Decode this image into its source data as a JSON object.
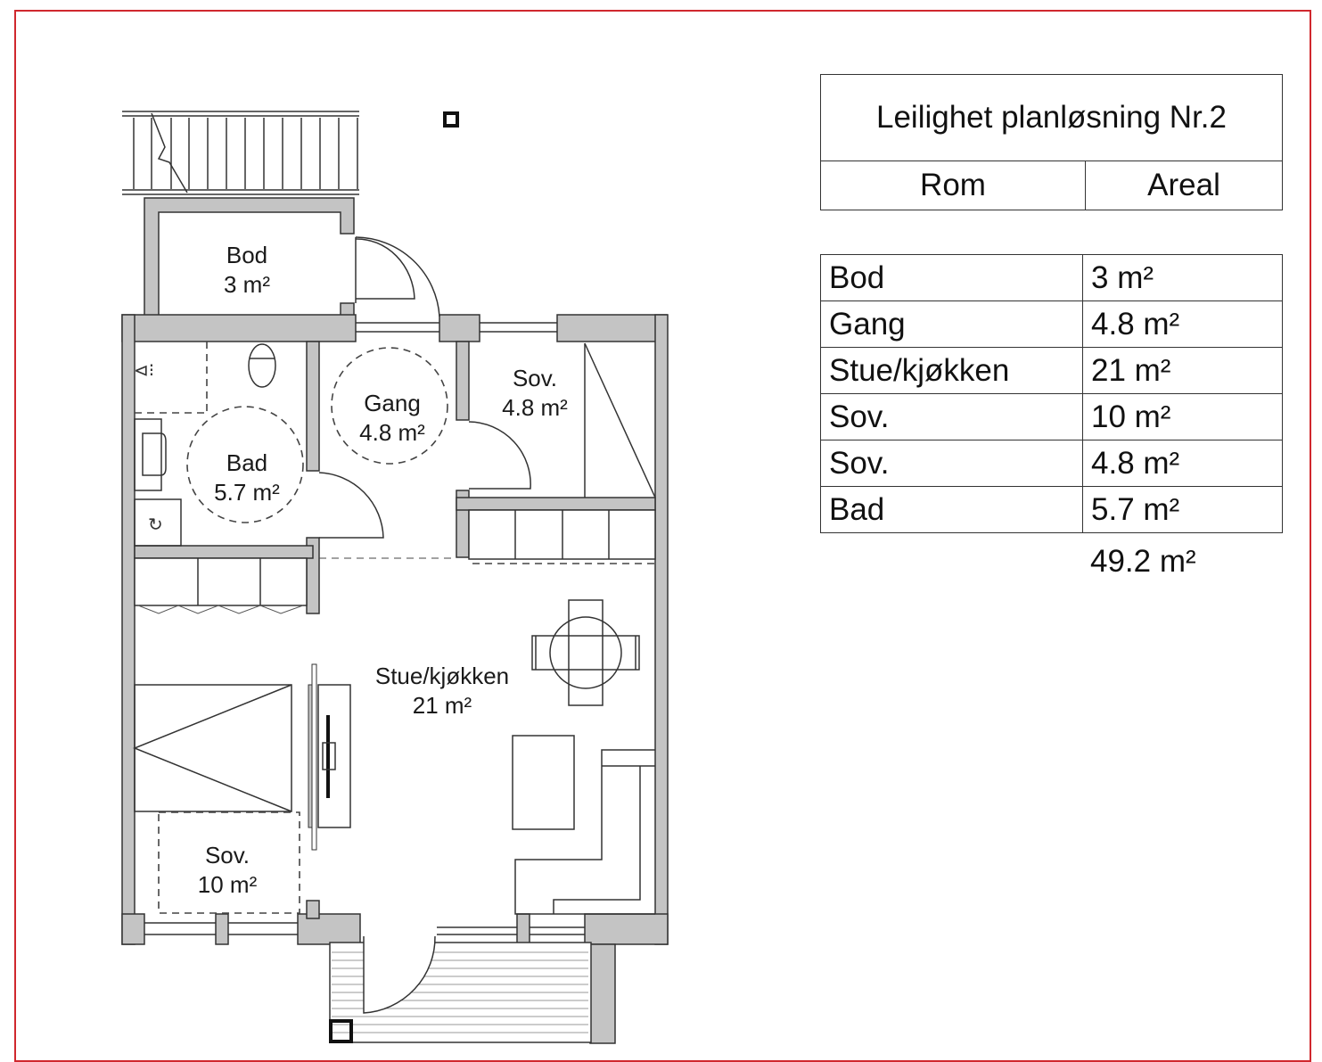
{
  "document": {
    "frame_color": "#d0282e",
    "wall_color": "#c4c4c4"
  },
  "table": {
    "title": "Leilighet planløsning Nr.2",
    "headers": {
      "room": "Rom",
      "area": "Areal"
    },
    "rows": [
      {
        "room": "Bod",
        "area": "3 m²"
      },
      {
        "room": "Gang",
        "area": "4.8 m²"
      },
      {
        "room": "Stue/kjøkken",
        "area": "21 m²"
      },
      {
        "room": "Sov.",
        "area": "10 m²"
      },
      {
        "room": "Sov.",
        "area": "4.8 m²"
      },
      {
        "room": "Bad",
        "area": "5.7 m²"
      }
    ],
    "total": "49.2 m²"
  },
  "floorplan": {
    "rooms": [
      {
        "name": "Bod",
        "area": "3 m²"
      },
      {
        "name": "Bad",
        "area": "5.7 m²"
      },
      {
        "name": "Gang",
        "area": "4.8 m²"
      },
      {
        "name": "Sov.",
        "area": "4.8 m²"
      },
      {
        "name": "Stue/kjøkken",
        "area": "21 m²"
      },
      {
        "name": "Sov.",
        "area": "10 m²"
      }
    ],
    "icons": [
      "stair-icon",
      "door-swing-icon",
      "shower-icon",
      "toilet-icon",
      "sink-icon",
      "washer-icon",
      "dining-table-icon",
      "sofa-icon",
      "bed-icon",
      "kitchen-counter-icon",
      "balcony-icon",
      "column-icon"
    ]
  }
}
